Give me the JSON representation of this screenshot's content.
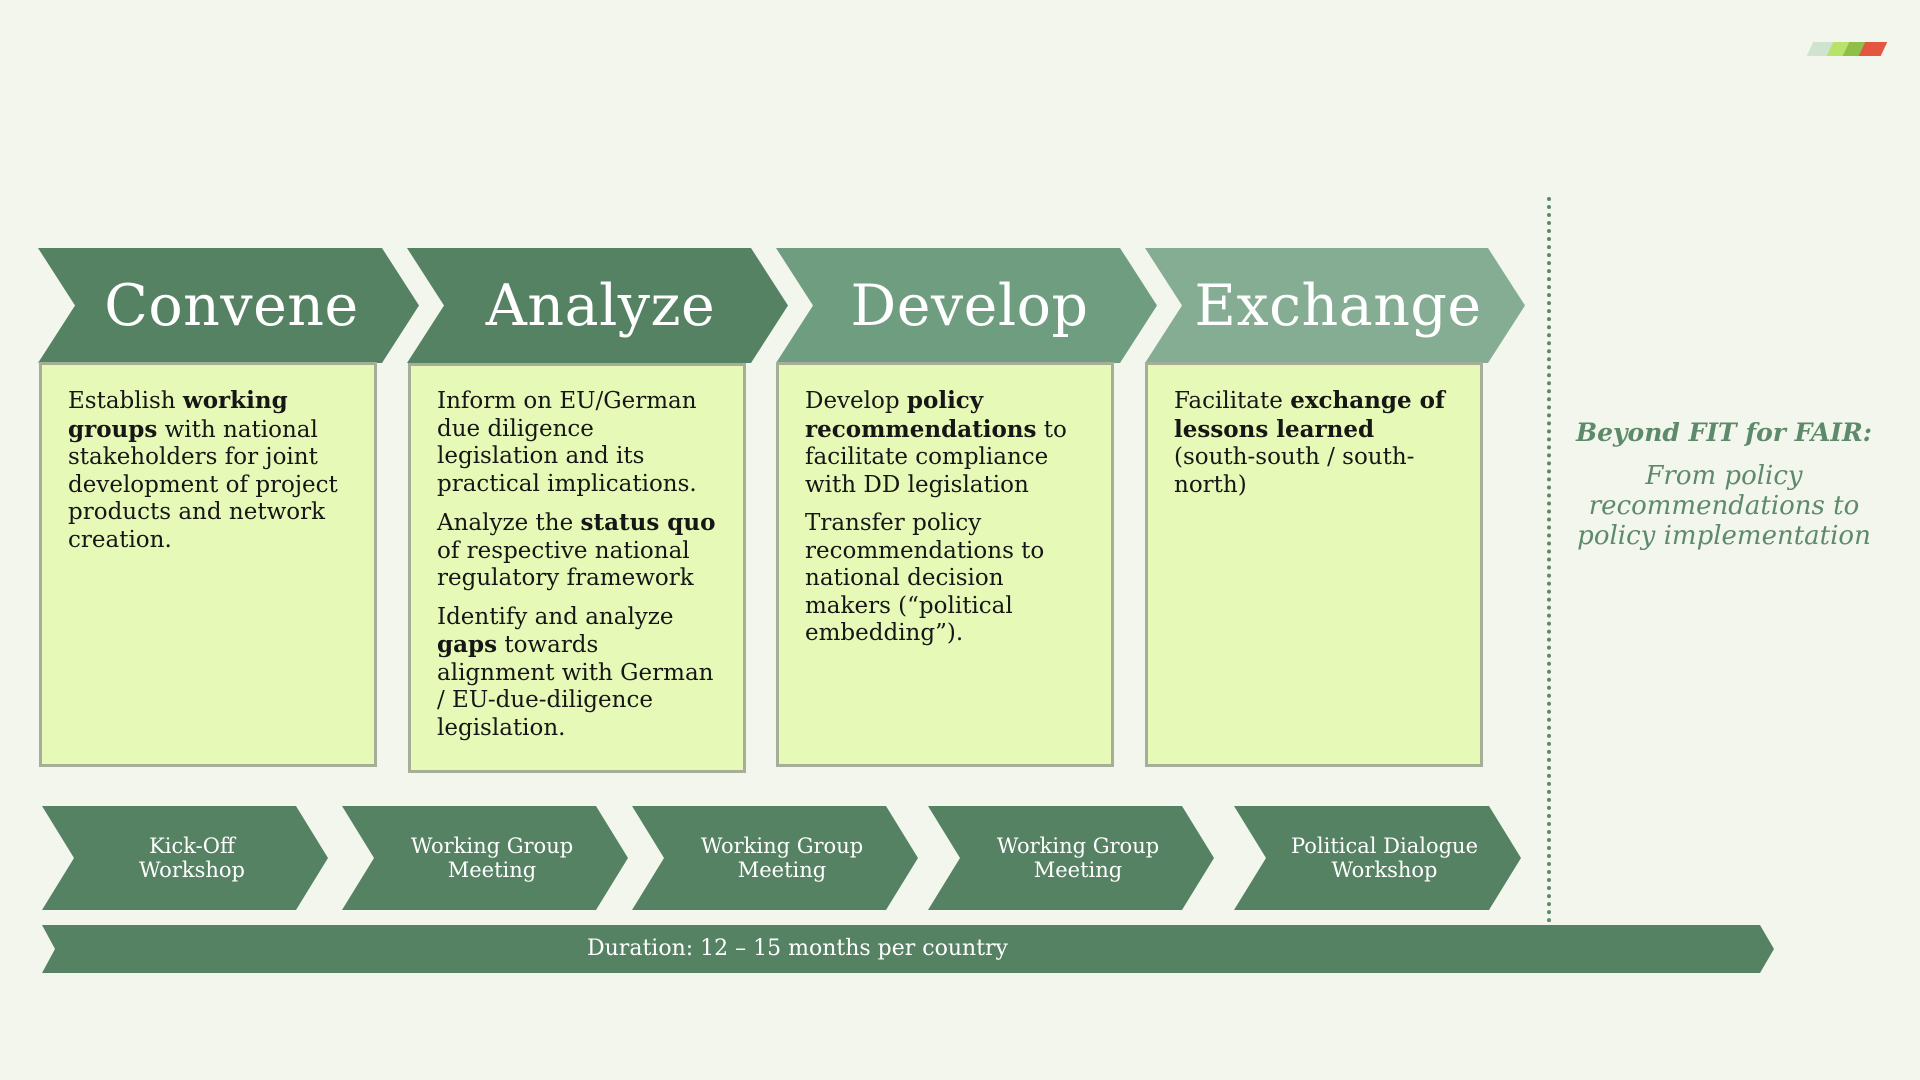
{
  "colors": {
    "background": "#f3f6ec",
    "phase_dark": "#568264",
    "phase_medium": "#6e9d80",
    "phase_light": "#85ad93",
    "box_fill": "#e6f9b6",
    "box_border": "#a6ad99",
    "text_dark": "#161616",
    "note_green": "#5d8a6a",
    "logo": [
      "#cfe3cf",
      "#b9e26a",
      "#8fbf49",
      "#e3563f"
    ]
  },
  "phases": [
    {
      "title": "Convene",
      "color": "#568264",
      "paragraphs": [
        [
          {
            "text": "Establish ",
            "bold": false
          },
          {
            "text": "working groups",
            "bold": true
          },
          {
            "text": " with national stakeholders for joint development of project products and network creation.",
            "bold": false
          }
        ]
      ]
    },
    {
      "title": "Analyze",
      "color": "#568264",
      "paragraphs": [
        [
          {
            "text": "Inform on EU/German due diligence legislation and its practical implications.",
            "bold": false
          }
        ],
        [
          {
            "text": "Analyze the ",
            "bold": false
          },
          {
            "text": "status quo",
            "bold": true
          },
          {
            "text": " of respective national regulatory framework",
            "bold": false
          }
        ],
        [
          {
            "text": "Identify and analyze ",
            "bold": false
          },
          {
            "text": "gaps",
            "bold": true
          },
          {
            "text": " towards alignment with German / EU-due-diligence legislation.",
            "bold": false
          }
        ]
      ]
    },
    {
      "title": "Develop",
      "color": "#6e9d80",
      "paragraphs": [
        [
          {
            "text": "Develop ",
            "bold": false
          },
          {
            "text": "policy recommendations",
            "bold": true
          },
          {
            "text": " to facilitate compliance with DD legislation",
            "bold": false
          }
        ],
        [
          {
            "text": "Transfer policy recommendations to national decision makers (“political embedding”).",
            "bold": false
          }
        ]
      ]
    },
    {
      "title": "Exchange",
      "color": "#85ad93",
      "paragraphs": [
        [
          {
            "text": "Facilitate ",
            "bold": false
          },
          {
            "text": "exchange of lessons learned",
            "bold": true
          },
          {
            "text": " (south-south / south-north)",
            "bold": false
          }
        ]
      ]
    }
  ],
  "meetings": [
    {
      "label": "Kick-Off\nWorkshop"
    },
    {
      "label": "Working Group\nMeeting"
    },
    {
      "label": "Working Group\nMeeting"
    },
    {
      "label": "Working Group\nMeeting"
    },
    {
      "label": "Political Dialogue\nWorkshop"
    }
  ],
  "duration": {
    "label": "Duration: 12 – 15 months per country"
  },
  "beyond": {
    "title": "Beyond FIT for FAIR:",
    "subtitle": "From policy recommendations to policy implementation"
  }
}
